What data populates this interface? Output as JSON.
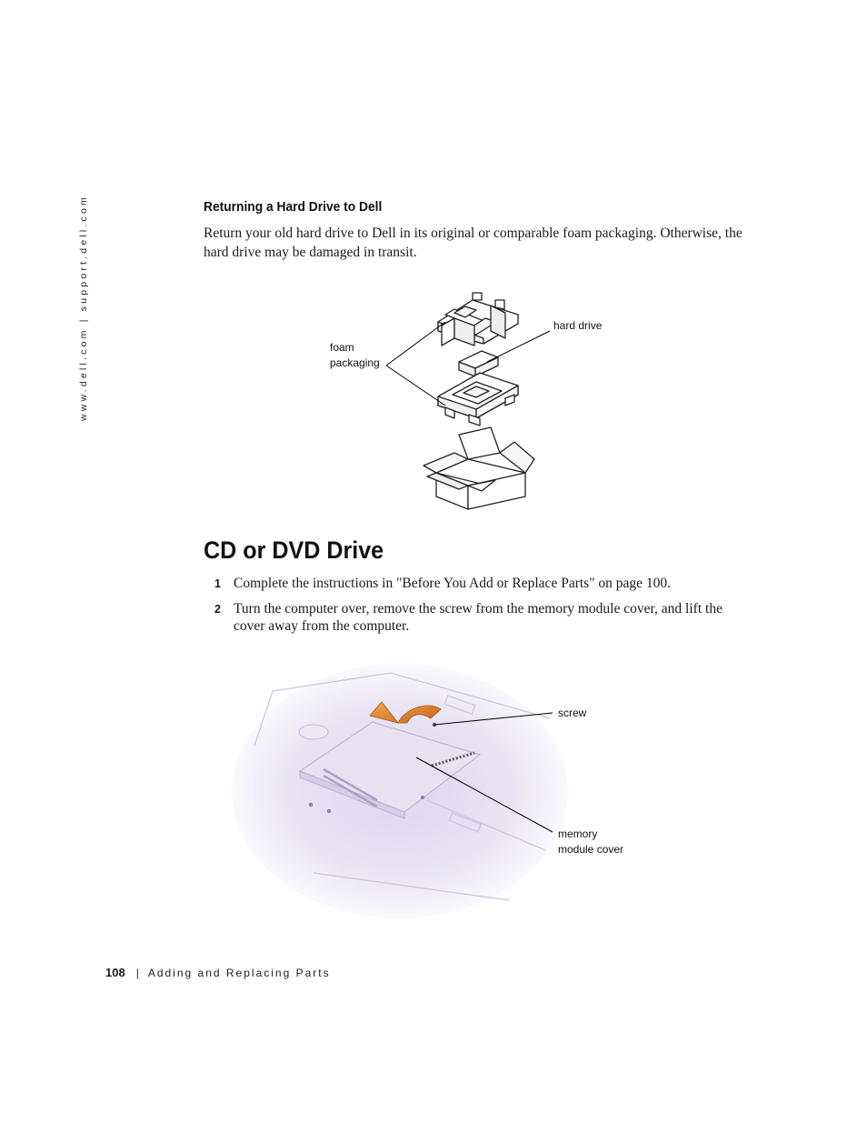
{
  "sidebar": {
    "url": "www.dell.com | support.dell.com"
  },
  "returning": {
    "heading": "Returning a Hard Drive to Dell",
    "body": "Return your old hard drive to Dell in its original or comparable foam packaging. Otherwise, the hard drive may be damaged in transit."
  },
  "figure1": {
    "hard_drive_label": "hard drive",
    "foam_label_line1": "foam",
    "foam_label_line2": "packaging"
  },
  "cd_dvd": {
    "heading": "CD or DVD Drive",
    "steps": [
      {
        "number": "1",
        "text": "Complete the instructions in \"Before You Add or Replace Parts\" on page 100."
      },
      {
        "number": "2",
        "text": "Turn the computer over, remove the screw from the memory module cover, and lift the cover away from the computer."
      }
    ]
  },
  "figure2": {
    "screw_label": "screw",
    "cover_label_line1": "memory",
    "cover_label_line2": "module cover"
  },
  "footer": {
    "page_number": "108",
    "separator": "|",
    "section": "Adding and Replacing Parts"
  }
}
